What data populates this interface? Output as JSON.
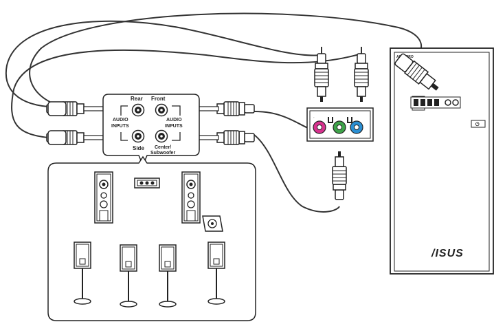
{
  "hub": {
    "rear_label": "Rear",
    "front_label": "Front",
    "side_label": "Side",
    "center_label_line1": "Center/",
    "center_label_line2": "Subwoofer",
    "audio_left_line1": "AUDIO",
    "audio_left_line2": "INPUTS",
    "audio_right_line1": "AUDIO",
    "audio_right_line2": "INPUTS"
  },
  "pc": {
    "model_label": "ASUSPRO",
    "brand_logo": "/ISUS"
  },
  "colors": {
    "jack_pink": "#d7328e",
    "jack_green": "#3ea34a",
    "jack_blue": "#2a8fd3",
    "cable": "#333333"
  },
  "icons": [
    "rca-plug-icon",
    "audio-jack-icon",
    "speaker-icon",
    "subwoofer-icon",
    "power-icon",
    "usb-port-icon"
  ]
}
